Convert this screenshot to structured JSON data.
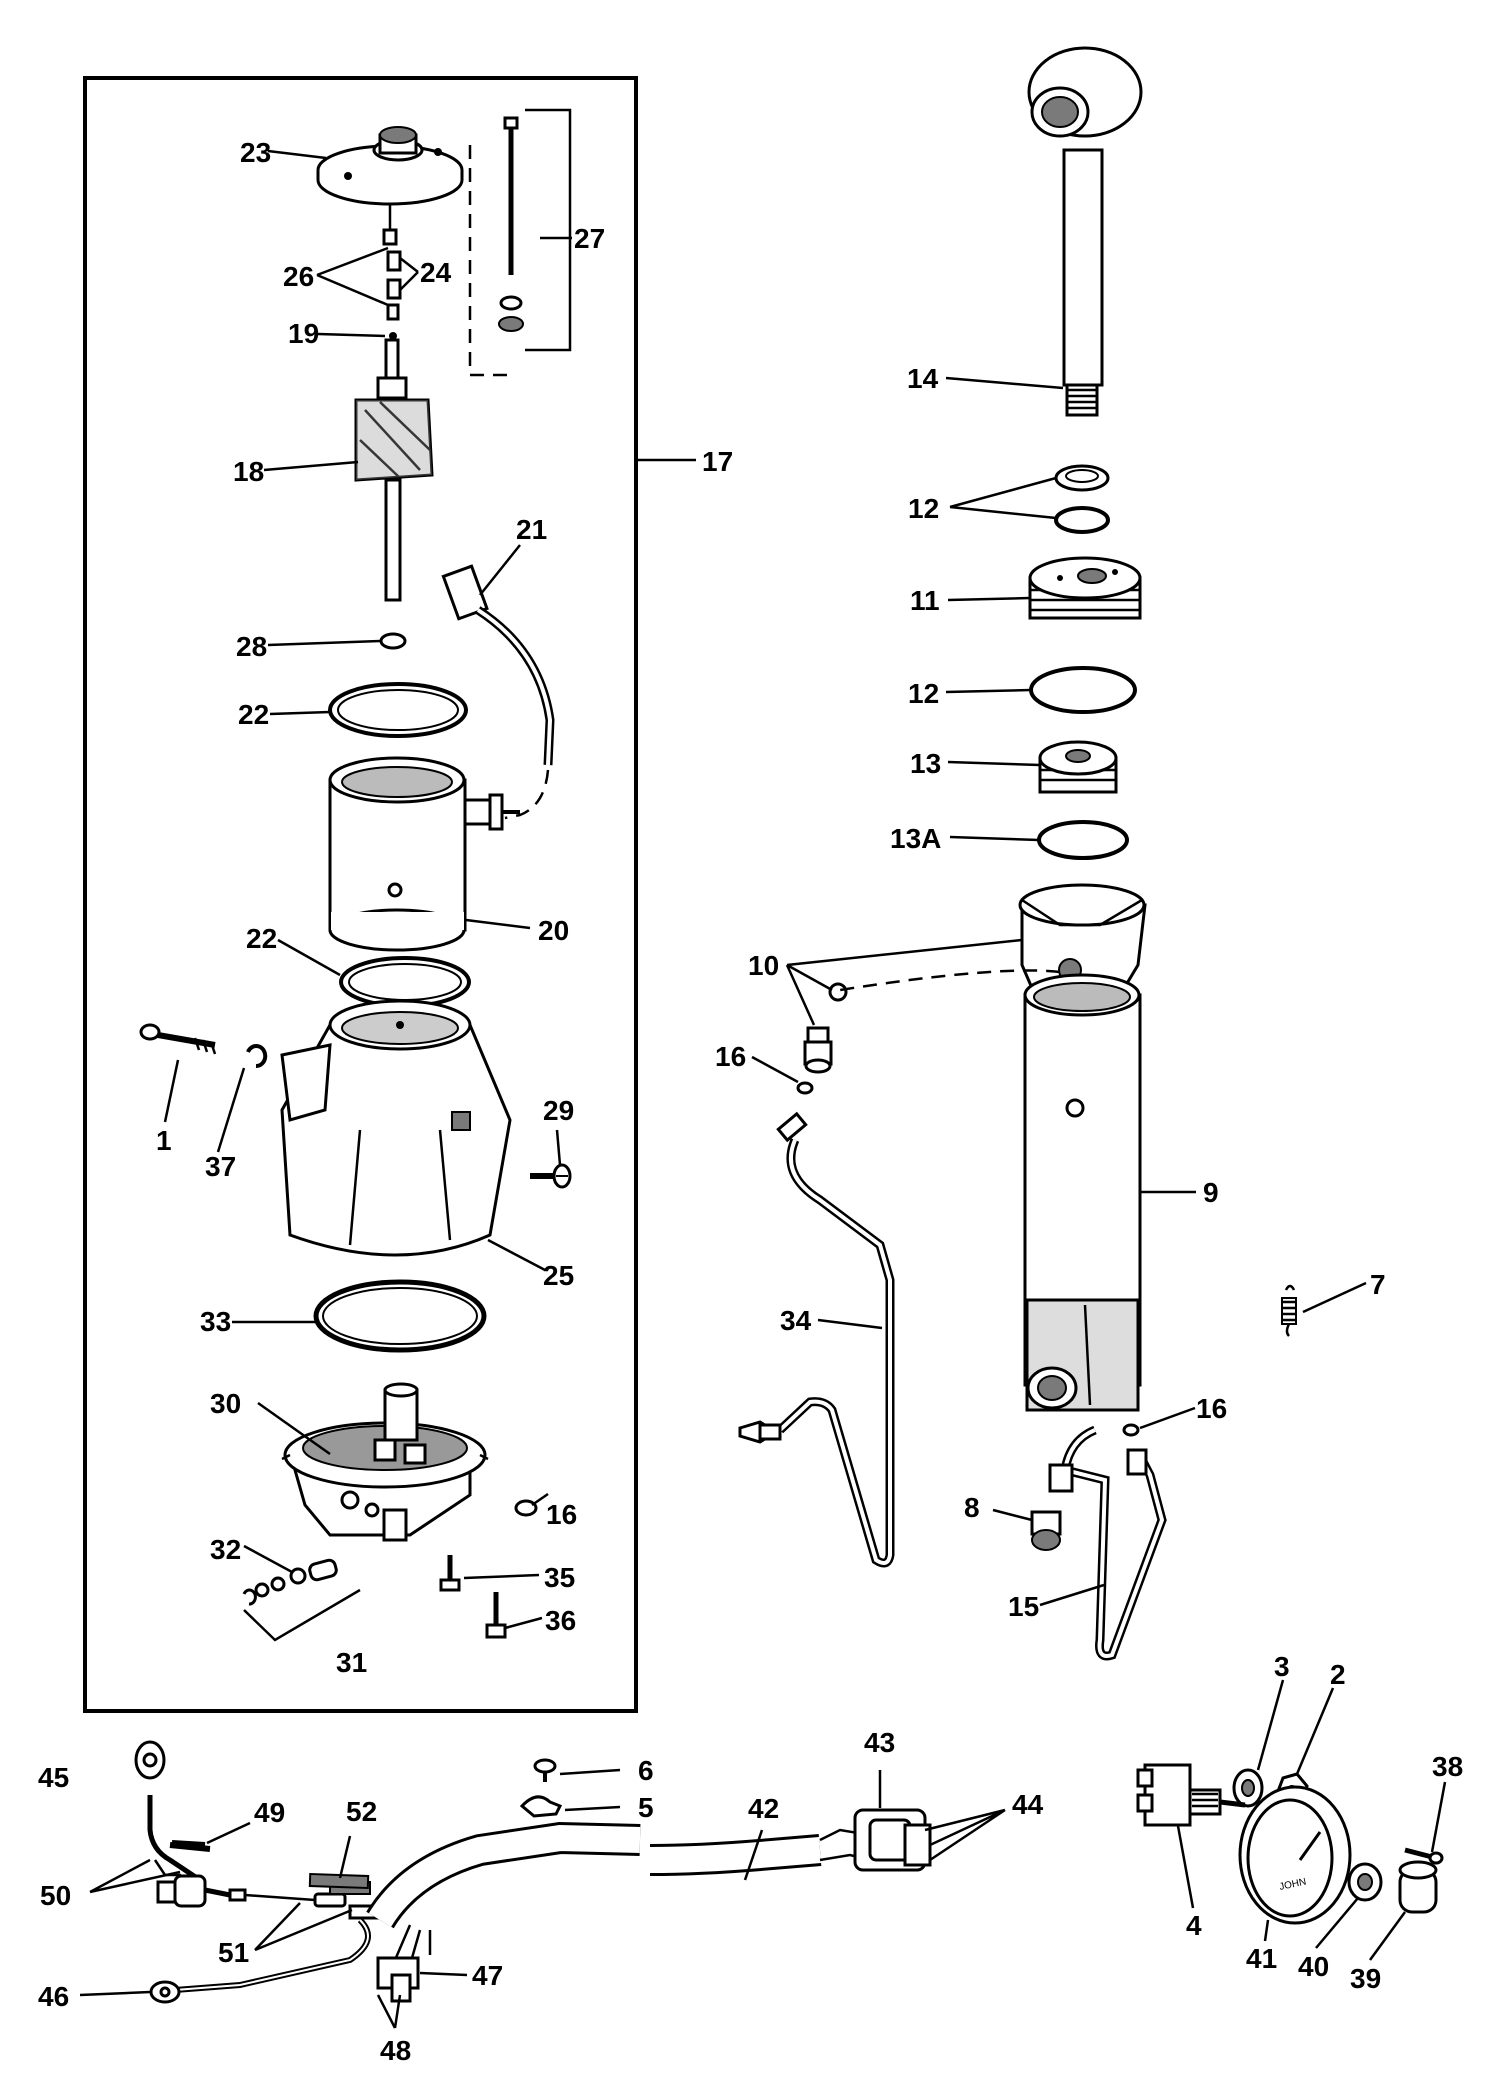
{
  "diagram": {
    "callouts": [
      {
        "id": "23",
        "text": "23"
      },
      {
        "id": "27",
        "text": "27"
      },
      {
        "id": "26",
        "text": "26"
      },
      {
        "id": "24",
        "text": "24"
      },
      {
        "id": "19",
        "text": "19"
      },
      {
        "id": "18",
        "text": "18"
      },
      {
        "id": "17",
        "text": "17"
      },
      {
        "id": "21",
        "text": "21"
      },
      {
        "id": "28",
        "text": "28"
      },
      {
        "id": "22a",
        "text": "22"
      },
      {
        "id": "20",
        "text": "20"
      },
      {
        "id": "22b",
        "text": "22"
      },
      {
        "id": "1",
        "text": "1"
      },
      {
        "id": "37",
        "text": "37"
      },
      {
        "id": "29",
        "text": "29"
      },
      {
        "id": "25",
        "text": "25"
      },
      {
        "id": "33",
        "text": "33"
      },
      {
        "id": "30",
        "text": "30"
      },
      {
        "id": "16a",
        "text": "16"
      },
      {
        "id": "32",
        "text": "32"
      },
      {
        "id": "35",
        "text": "35"
      },
      {
        "id": "36",
        "text": "36"
      },
      {
        "id": "31",
        "text": "31"
      },
      {
        "id": "14",
        "text": "14"
      },
      {
        "id": "12a",
        "text": "12"
      },
      {
        "id": "11",
        "text": "11"
      },
      {
        "id": "12b",
        "text": "12"
      },
      {
        "id": "13",
        "text": "13"
      },
      {
        "id": "13A",
        "text": "13A"
      },
      {
        "id": "10",
        "text": "10"
      },
      {
        "id": "16b",
        "text": "16"
      },
      {
        "id": "9",
        "text": "9"
      },
      {
        "id": "7",
        "text": "7"
      },
      {
        "id": "34",
        "text": "34"
      },
      {
        "id": "16c",
        "text": "16"
      },
      {
        "id": "8",
        "text": "8"
      },
      {
        "id": "15",
        "text": "15"
      },
      {
        "id": "3",
        "text": "3"
      },
      {
        "id": "2",
        "text": "2"
      },
      {
        "id": "38",
        "text": "38"
      },
      {
        "id": "4",
        "text": "4"
      },
      {
        "id": "41",
        "text": "41"
      },
      {
        "id": "40",
        "text": "40"
      },
      {
        "id": "39",
        "text": "39"
      },
      {
        "id": "45",
        "text": "45"
      },
      {
        "id": "49",
        "text": "49"
      },
      {
        "id": "52",
        "text": "52"
      },
      {
        "id": "6",
        "text": "6"
      },
      {
        "id": "5",
        "text": "5"
      },
      {
        "id": "42",
        "text": "42"
      },
      {
        "id": "43",
        "text": "43"
      },
      {
        "id": "44",
        "text": "44"
      },
      {
        "id": "50",
        "text": "50"
      },
      {
        "id": "51",
        "text": "51"
      },
      {
        "id": "47",
        "text": "47"
      },
      {
        "id": "46",
        "text": "46"
      },
      {
        "id": "48",
        "text": "48"
      }
    ],
    "gauge_text": "JOHN"
  }
}
